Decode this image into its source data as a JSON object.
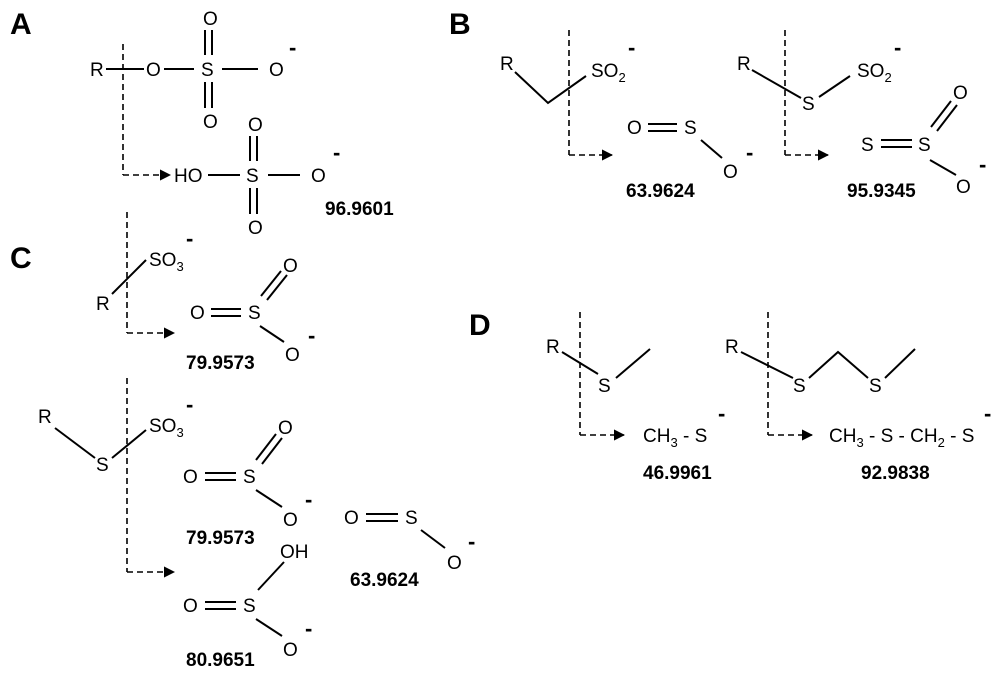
{
  "panels": {
    "a": "A",
    "b": "B",
    "c": "C",
    "d": "D"
  },
  "atoms": {
    "r": "R",
    "o": "O",
    "s": "S",
    "ho": "HO",
    "oh": "OH",
    "so": "SO",
    "two": "2",
    "three": "3",
    "minus": "-",
    "ch3": "CH",
    "ch2": "CH",
    "dash": " - "
  },
  "masses": {
    "a_hso4": "96.9601",
    "b_so2": "63.9624",
    "b_s2o2": "95.9345",
    "c_so3_1": "79.9573",
    "c_so3_2": "79.9573",
    "c_so2": "63.9624",
    "c_hso3": "80.9651",
    "d_ch3s": "46.9961",
    "d_ch3sch2s": "92.9838"
  },
  "colors": {
    "ink": "#000000",
    "background": "#ffffff"
  }
}
